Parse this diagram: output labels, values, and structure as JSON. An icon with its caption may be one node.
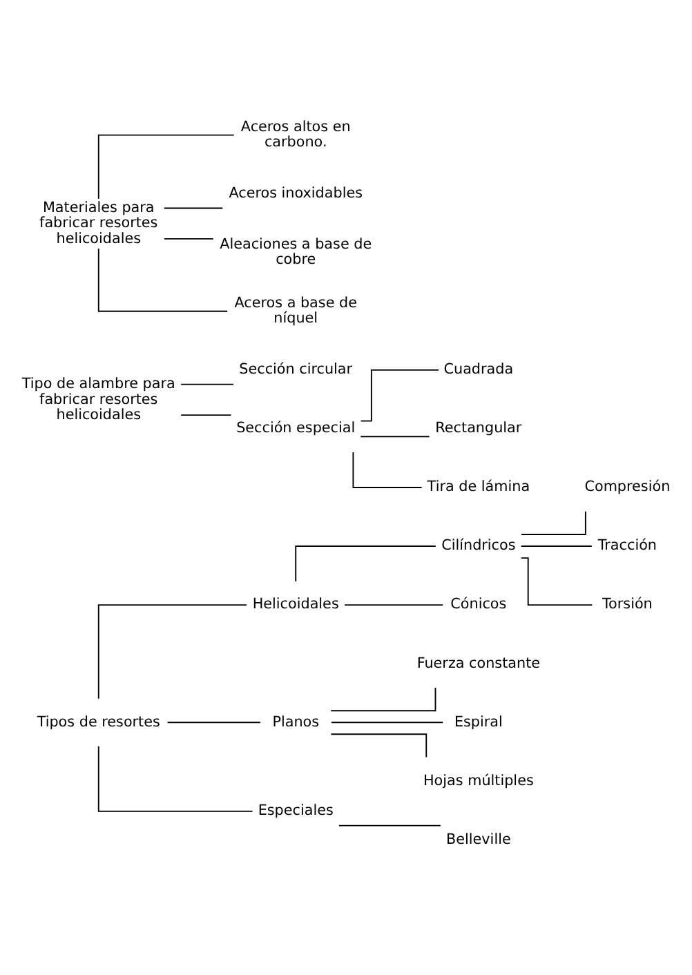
{
  "diagram": {
    "nodes": [
      {
        "text": [
          "Tipos de resortes"
        ]
      },
      {
        "text": [
          "Helicoidales"
        ]
      },
      {
        "text": [
          "Cilíndricos"
        ]
      },
      {
        "text": [
          "Compresión"
        ]
      },
      {
        "text": [
          "Tracción"
        ]
      },
      {
        "text": [
          "Torsión"
        ]
      },
      {
        "text": [
          "Cónicos"
        ]
      },
      {
        "text": [
          "Planos"
        ]
      },
      {
        "text": [
          "Fuerza constante"
        ]
      },
      {
        "text": [
          "Espiral"
        ]
      },
      {
        "text": [
          "Hojas múltiples"
        ]
      },
      {
        "text": [
          "Especiales"
        ]
      },
      {
        "text": [
          "Belleville"
        ]
      },
      {
        "text": [
          "Tipo de alambre para fabricar resortes helicoidales"
        ]
      },
      {
        "text": [
          "Sección circular"
        ]
      },
      {
        "text": [
          "Sección especial"
        ]
      },
      {
        "text": [
          "Cuadrada"
        ]
      },
      {
        "text": [
          "Rectangular"
        ]
      },
      {
        "text": [
          "Tira de lámina"
        ]
      },
      {
        "text": [
          "Materiales para fabricar resortes helicoidales"
        ]
      },
      {
        "text": [
          "Aceros altos en carbono."
        ]
      },
      {
        "text": [
          "Aceros inoxidables"
        ]
      },
      {
        "text": [
          "Aleaciones a base de cobre"
        ]
      },
      {
        "text": [
          "Aceros a base de níquel"
        ]
      }
    ],
    "edges": [
      {
        "from": 0,
        "to": 1,
        "arrow": "none"
      },
      {
        "from": 0,
        "to": 7,
        "arrow": "none"
      },
      {
        "from": 0,
        "to": 11,
        "arrow": "none"
      },
      {
        "from": 1,
        "to": 2,
        "arrow": "none"
      },
      {
        "from": 1,
        "to": 6,
        "arrow": "none"
      },
      {
        "from": 2,
        "to": 3,
        "arrow": "none"
      },
      {
        "from": 2,
        "to": 4,
        "arrow": "none"
      },
      {
        "from": 2,
        "to": 5,
        "arrow": "none"
      },
      {
        "from": 7,
        "to": 8,
        "arrow": "none"
      },
      {
        "from": 7,
        "to": 9,
        "arrow": "none"
      },
      {
        "from": 7,
        "to": 10,
        "arrow": "none"
      },
      {
        "from": 11,
        "to": 12,
        "arrow": "none"
      },
      {
        "from": 13,
        "to": 14,
        "arrow": "none"
      },
      {
        "from": 13,
        "to": 15,
        "arrow": "none"
      },
      {
        "from": 15,
        "to": 16,
        "arrow": "none"
      },
      {
        "from": 15,
        "to": 17,
        "arrow": "none"
      },
      {
        "from": 15,
        "to": 18,
        "arrow": "none"
      },
      {
        "from": 19,
        "to": 20,
        "arrow": "none"
      },
      {
        "from": 19,
        "to": 21,
        "arrow": "none"
      },
      {
        "from": 19,
        "to": 22,
        "arrow": "none"
      },
      {
        "from": 19,
        "to": 23,
        "arrow": "none"
      }
    ]
  }
}
